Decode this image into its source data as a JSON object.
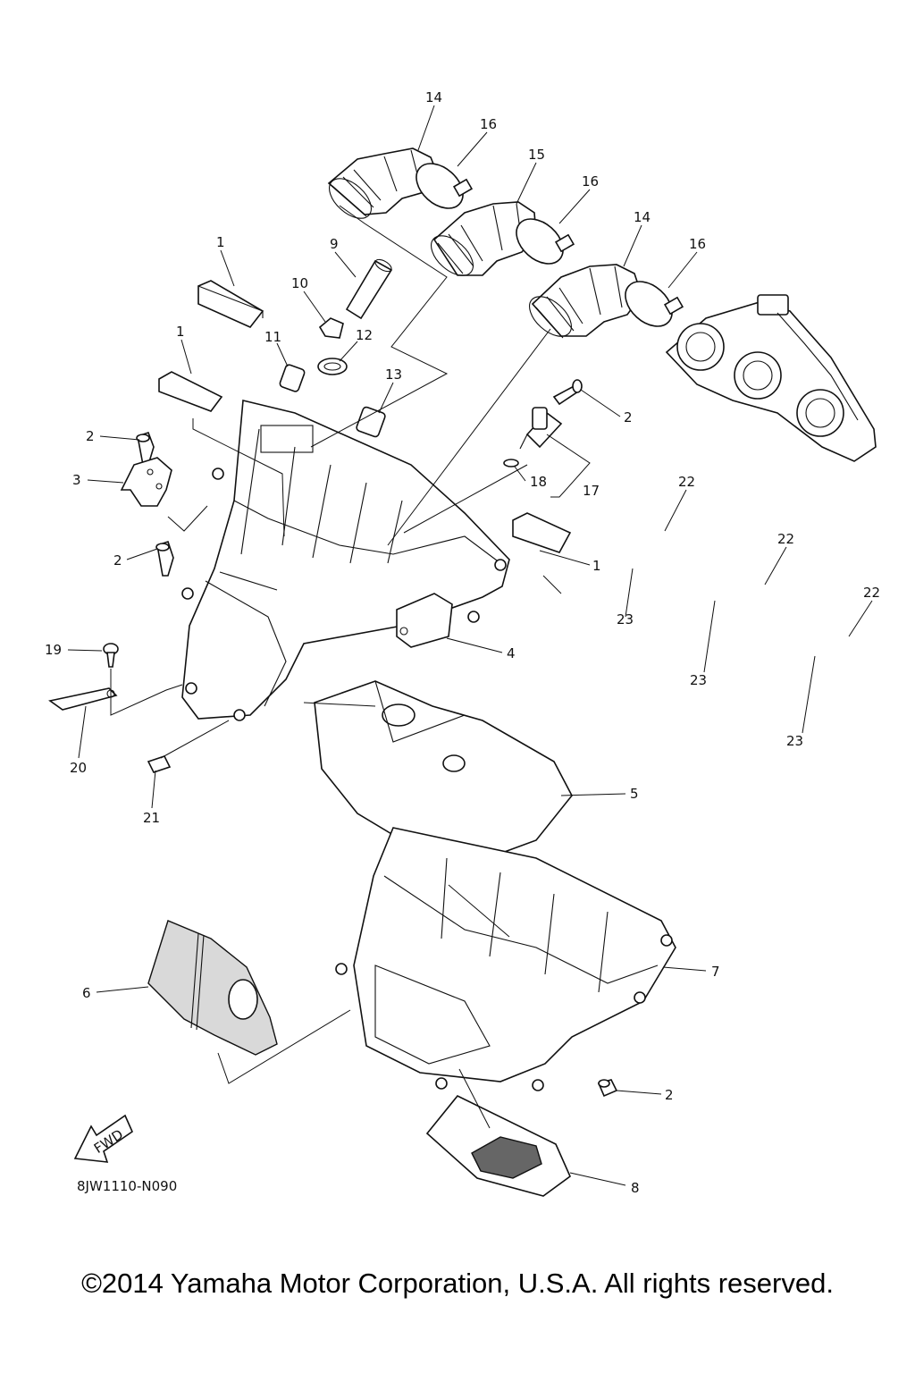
{
  "callouts": [
    {
      "id": "14a",
      "label": "14"
    },
    {
      "id": "16a",
      "label": "16"
    },
    {
      "id": "15",
      "label": "15"
    },
    {
      "id": "16b",
      "label": "16"
    },
    {
      "id": "14b",
      "label": "14"
    },
    {
      "id": "16c",
      "label": "16"
    },
    {
      "id": "1a",
      "label": "1"
    },
    {
      "id": "9",
      "label": "9"
    },
    {
      "id": "10",
      "label": "10"
    },
    {
      "id": "1b",
      "label": "1"
    },
    {
      "id": "11",
      "label": "11"
    },
    {
      "id": "12",
      "label": "12"
    },
    {
      "id": "13",
      "label": "13"
    },
    {
      "id": "2a",
      "label": "2"
    },
    {
      "id": "2b",
      "label": "2"
    },
    {
      "id": "3",
      "label": "3"
    },
    {
      "id": "18",
      "label": "18"
    },
    {
      "id": "17",
      "label": "17"
    },
    {
      "id": "22a",
      "label": "22"
    },
    {
      "id": "22b",
      "label": "22"
    },
    {
      "id": "22c",
      "label": "22"
    },
    {
      "id": "2c",
      "label": "2"
    },
    {
      "id": "1c",
      "label": "1"
    },
    {
      "id": "23a",
      "label": "23"
    },
    {
      "id": "23b",
      "label": "23"
    },
    {
      "id": "23c",
      "label": "23"
    },
    {
      "id": "4",
      "label": "4"
    },
    {
      "id": "19",
      "label": "19"
    },
    {
      "id": "20",
      "label": "20"
    },
    {
      "id": "5",
      "label": "5"
    },
    {
      "id": "21",
      "label": "21"
    },
    {
      "id": "7",
      "label": "7"
    },
    {
      "id": "6",
      "label": "6"
    },
    {
      "id": "2d",
      "label": "2"
    },
    {
      "id": "8",
      "label": "8"
    }
  ],
  "fwd_label": "FWD",
  "diagram_code": "8JW1110-N090",
  "copyright": "©2014 Yamaha Motor Corporation, U.S.A. All rights reserved."
}
